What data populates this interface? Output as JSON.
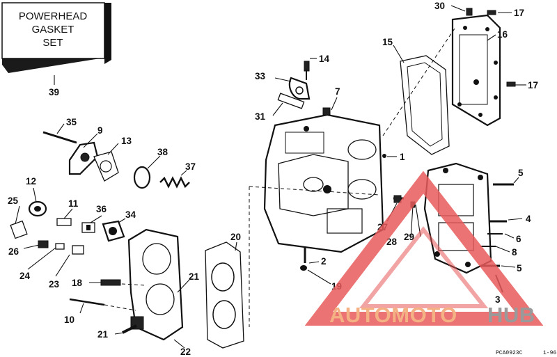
{
  "gasket_set": {
    "line1": "POWERHEAD",
    "line2": "GASKET",
    "line3": "SET",
    "callout": "39"
  },
  "callouts": {
    "c1": "1",
    "c2": "2",
    "c3": "3",
    "c4": "4",
    "c5a": "5",
    "c5b": "5",
    "c6": "6",
    "c7": "7",
    "c8": "8",
    "c9": "9",
    "c10": "10",
    "c11": "11",
    "c12": "12",
    "c13": "13",
    "c14": "14",
    "c15": "15",
    "c16": "16",
    "c17a": "17",
    "c17b": "17",
    "c18": "18",
    "c19": "19",
    "c20": "20",
    "c21a": "21",
    "c21b": "21",
    "c22": "22",
    "c23": "23",
    "c24": "24",
    "c25": "25",
    "c26": "26",
    "c27": "27",
    "c28": "28",
    "c29": "29",
    "c30": "30",
    "c31": "31",
    "c33": "33",
    "c34": "34",
    "c35": "35",
    "c36": "36",
    "c37": "37",
    "c38": "38"
  },
  "watermark": {
    "part1": "AUTOMOTO",
    "part2": "HUB",
    "color_orange": "#f4b183",
    "color_gray": "#9a9a9a",
    "color_red": "#e85a5a"
  },
  "footer": {
    "code": "PCA0923C",
    "date": "1-96"
  }
}
